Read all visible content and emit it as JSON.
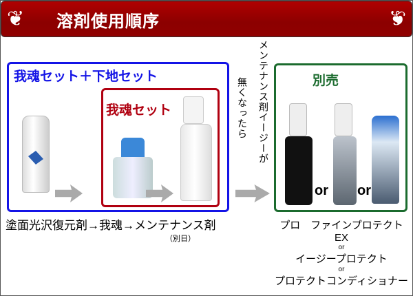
{
  "header": {
    "title": "溶剤使用順序"
  },
  "boxes": {
    "set_combo": "我魂セット＋下地セット",
    "set_single": "我魂セット",
    "sold_separately": "別売"
  },
  "vertical_note": {
    "line1": "メンテナンス剤イージーが",
    "line2": "無くなったら"
  },
  "flow": {
    "sequence": "塗面光沢復元剤→我魂→メンテナンス剤",
    "note": "（別日）"
  },
  "products": {
    "item1": "プロ　ファインプロテクト EX",
    "or1": "or",
    "item2": "イージープロテクト",
    "or2": "or",
    "item3": "プロテクトコンディショナー"
  },
  "or_marks": [
    "or",
    "or"
  ],
  "colors": {
    "header": "#a00000",
    "blue": "#1414e6",
    "red": "#b00010",
    "green": "#1b6b2e"
  }
}
